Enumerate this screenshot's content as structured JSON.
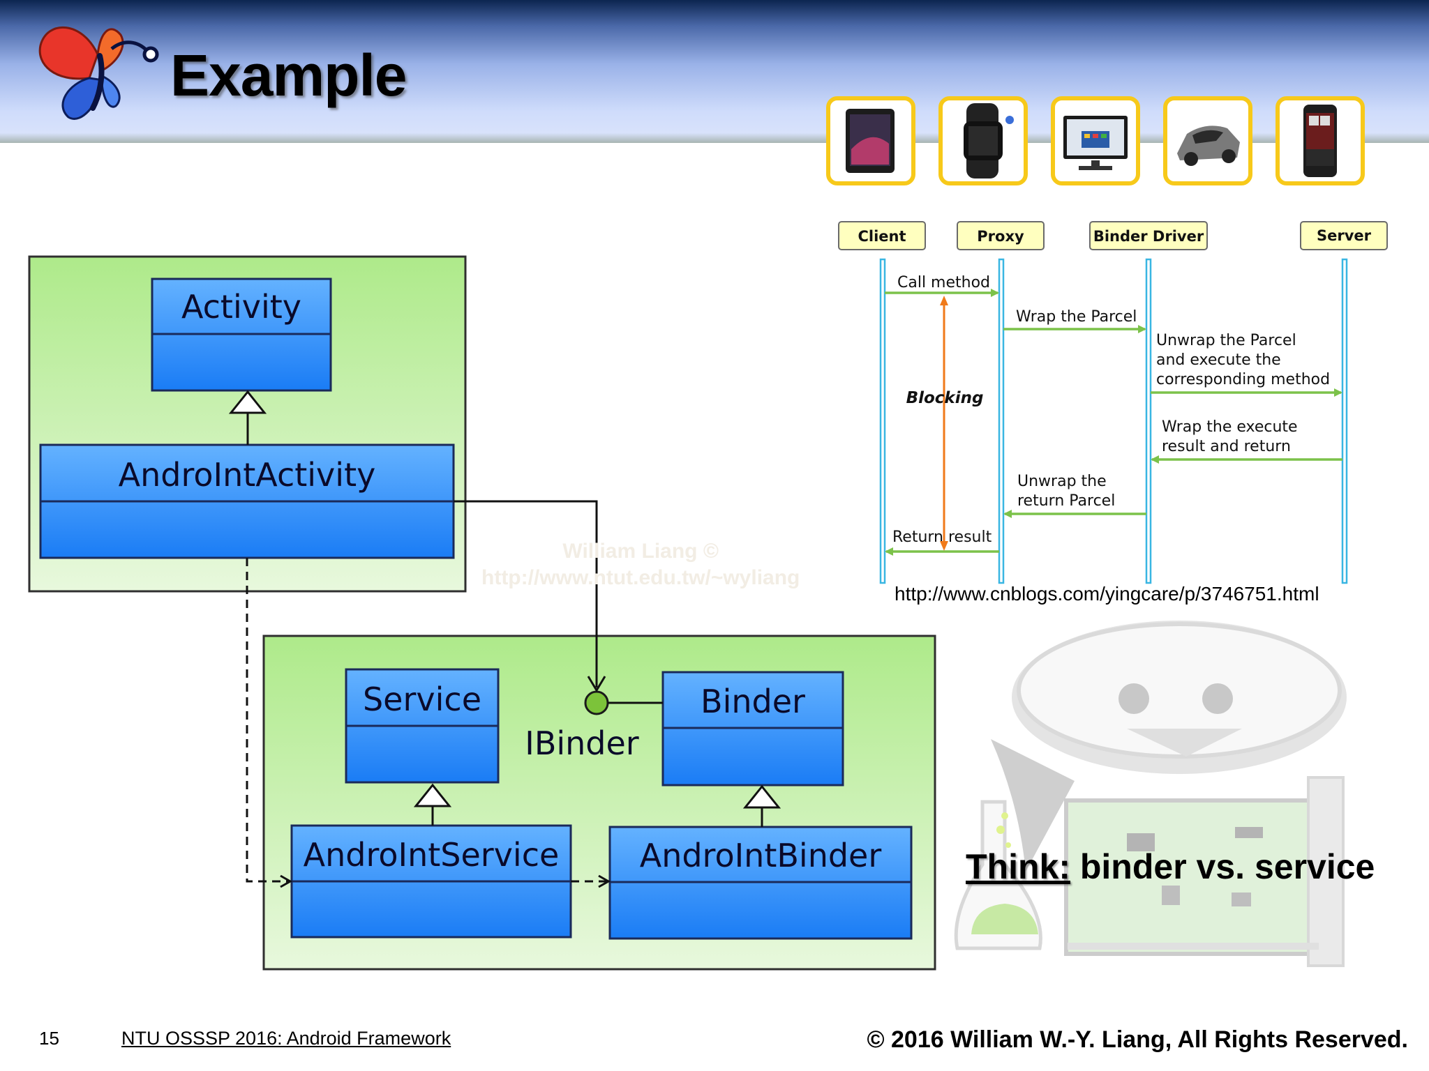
{
  "slide": {
    "title": "Example",
    "page_number": "15",
    "course": "NTU OSSSP 2016: Android Framework",
    "copyright": "© 2016  William W.-Y. Liang, All Rights Reserved."
  },
  "devices": [
    {
      "name": "tablet-icon"
    },
    {
      "name": "smartwatch-icon"
    },
    {
      "name": "television-icon"
    },
    {
      "name": "car-icon"
    },
    {
      "name": "smartphone-icon"
    }
  ],
  "class_diagram": {
    "classes": {
      "activity": "Activity",
      "androintactivity": "AndroIntActivity",
      "service": "Service",
      "binder": "Binder",
      "androintservice": "AndroIntService",
      "androintbinder": "AndroIntBinder"
    },
    "interface_label": "IBinder"
  },
  "sequence": {
    "participants": [
      "Client",
      "Proxy",
      "Binder Driver",
      "Server"
    ],
    "messages": {
      "call_method": "Call method",
      "wrap_parcel": "Wrap the Parcel",
      "unwrap_execute": [
        "Unwrap the Parcel",
        "and execute the",
        "corresponding method"
      ],
      "wrap_result": [
        "Wrap the execute",
        "result and return"
      ],
      "unwrap_return": [
        "Unwrap the",
        "return Parcel"
      ],
      "return_result": "Return result",
      "blocking": "Blocking"
    },
    "source_url": "http://www.cnblogs.com/yingcare/p/3746751.html"
  },
  "watermark": [
    "William Liang ©",
    "http://www.ntut.edu.tw/~wyliang"
  ],
  "think": {
    "lead": "Think:",
    "rest": " binder vs. service"
  },
  "colors": {
    "uml_package": "#b3ee90",
    "uml_class": "#2a86f7",
    "device_frame": "#f7c91a",
    "lifeline": "#39b6e2",
    "message": "#7cc24a",
    "blocking": "#f07a1a"
  }
}
